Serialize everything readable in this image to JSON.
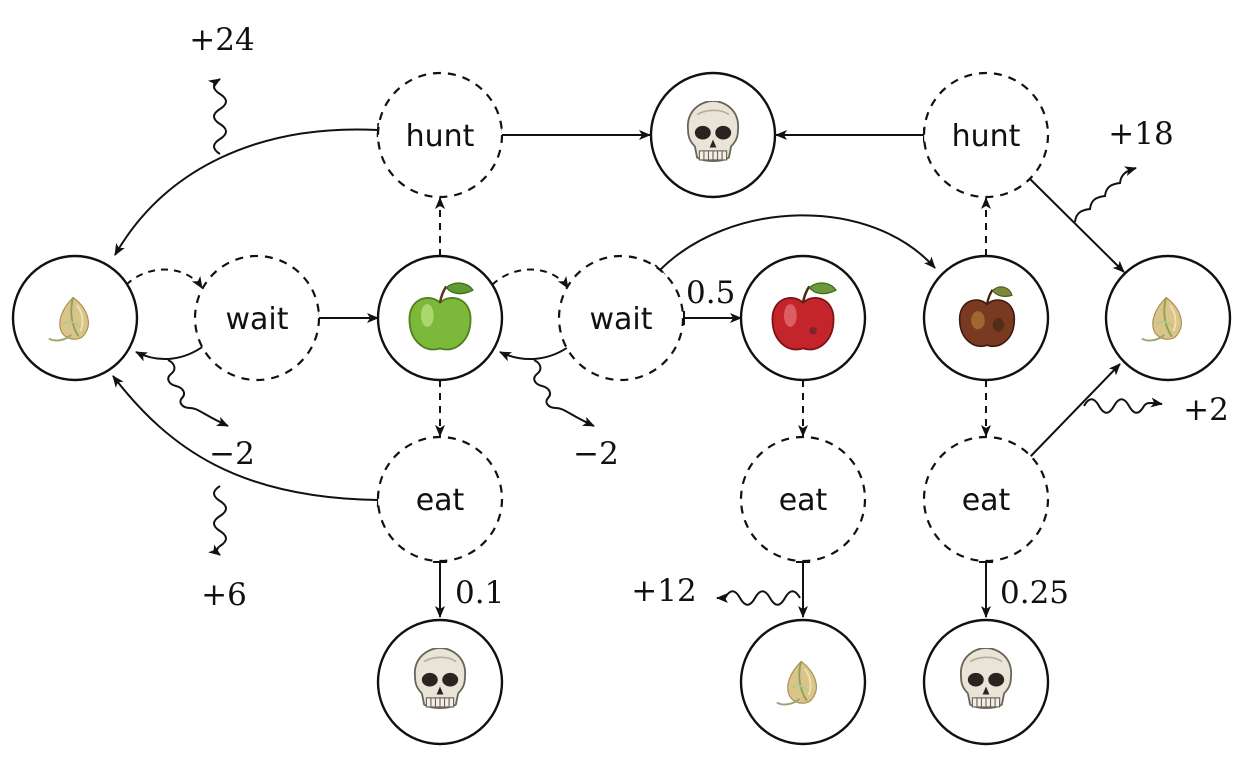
{
  "states": [
    {
      "id": "s_seed_left",
      "icon": "seed-icon"
    },
    {
      "id": "s_green_apple",
      "icon": "green-apple-icon"
    },
    {
      "id": "s_red_apple",
      "icon": "red-apple-icon"
    },
    {
      "id": "s_rotten_apple",
      "icon": "rotten-apple-icon"
    },
    {
      "id": "s_seed_right",
      "icon": "seed-icon"
    },
    {
      "id": "s_skull_top",
      "icon": "skull-icon"
    },
    {
      "id": "s_skull_bottom_left",
      "icon": "skull-icon"
    },
    {
      "id": "s_seed_bottom",
      "icon": "seed-icon"
    },
    {
      "id": "s_skull_bottom_right",
      "icon": "skull-icon"
    }
  ],
  "actions": {
    "hunt_left": "hunt",
    "hunt_right": "hunt",
    "wait_left": "wait",
    "wait_mid": "wait",
    "eat_left": "eat",
    "eat_mid": "eat",
    "eat_right": "eat"
  },
  "probabilities": {
    "wait_mid_to_red": "0.5",
    "eat_left_to_skull": "0.1",
    "eat_right_to_skull": "0.25"
  },
  "rewards": {
    "hunt_left": "+24",
    "hunt_right": "+18",
    "wait_left": "−2",
    "wait_mid": "−2",
    "eat_left": "+6",
    "eat_mid": "+12",
    "eat_right": "+2"
  },
  "colors": {
    "stroke": "#111111",
    "green_apple": "#7cb83a",
    "red_apple": "#c4252b",
    "rotten_apple": "#7a3a22",
    "seed": "#c9b27a"
  }
}
